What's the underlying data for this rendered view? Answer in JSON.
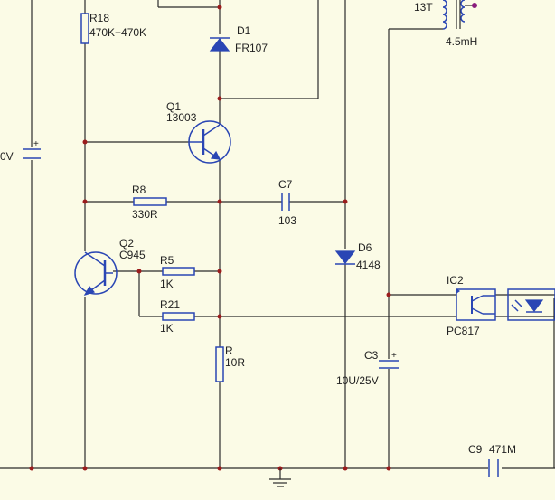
{
  "labels": {
    "r18_ref": "R18",
    "r18_val": "470K+470K",
    "d1_ref": "D1",
    "d1_val": "FR107",
    "q1_ref": "Q1",
    "q1_val": "13003",
    "r8_ref": "R8",
    "r8_val": "330R",
    "c7_ref": "C7",
    "c7_val": "103",
    "q2_ref": "Q2",
    "q2_val": "C945",
    "r5_ref": "R5",
    "r5_val": "1K",
    "r21_ref": "R21",
    "r21_val": "1K",
    "r_ref": "R",
    "r_val": "10R",
    "d6_ref": "D6",
    "d6_val": "4148",
    "c3_ref": "C3",
    "c3_val": "10U/25V",
    "ic2_ref": "IC2",
    "ic2_val": "PC817",
    "t_turns": "13T",
    "t_ind": "4.5mH",
    "c9_ref": "C9",
    "c9_val": "471M",
    "left_cap_val": "0V"
  },
  "colors": {
    "background": "#fbfbe6",
    "wire": "#2b2b2b",
    "component": "#2a46b4",
    "junction": "#9b1c1c"
  }
}
